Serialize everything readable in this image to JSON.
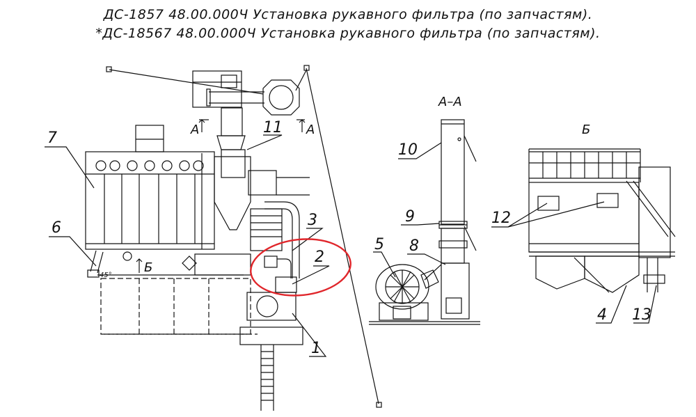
{
  "header": {
    "title_line1": "ДС-1857 48.00.000Ч Установка рукавного фильтра  (по запчастям).",
    "title_line2": "*ДС-18567 48.00.000Ч Установка рукавного фильтра (по запчастям)."
  },
  "section_labels": {
    "aa_left": "А",
    "aa_right": "А",
    "b_arrow": "Б",
    "view_aa": "А–А",
    "view_b": "Б",
    "angle": "45°"
  },
  "callouts": [
    "1",
    "2",
    "3",
    "4",
    "5",
    "6",
    "7",
    "8",
    "9",
    "10",
    "11",
    "12",
    "13"
  ],
  "highlight": {
    "target": "2",
    "color": "#e0262b"
  }
}
